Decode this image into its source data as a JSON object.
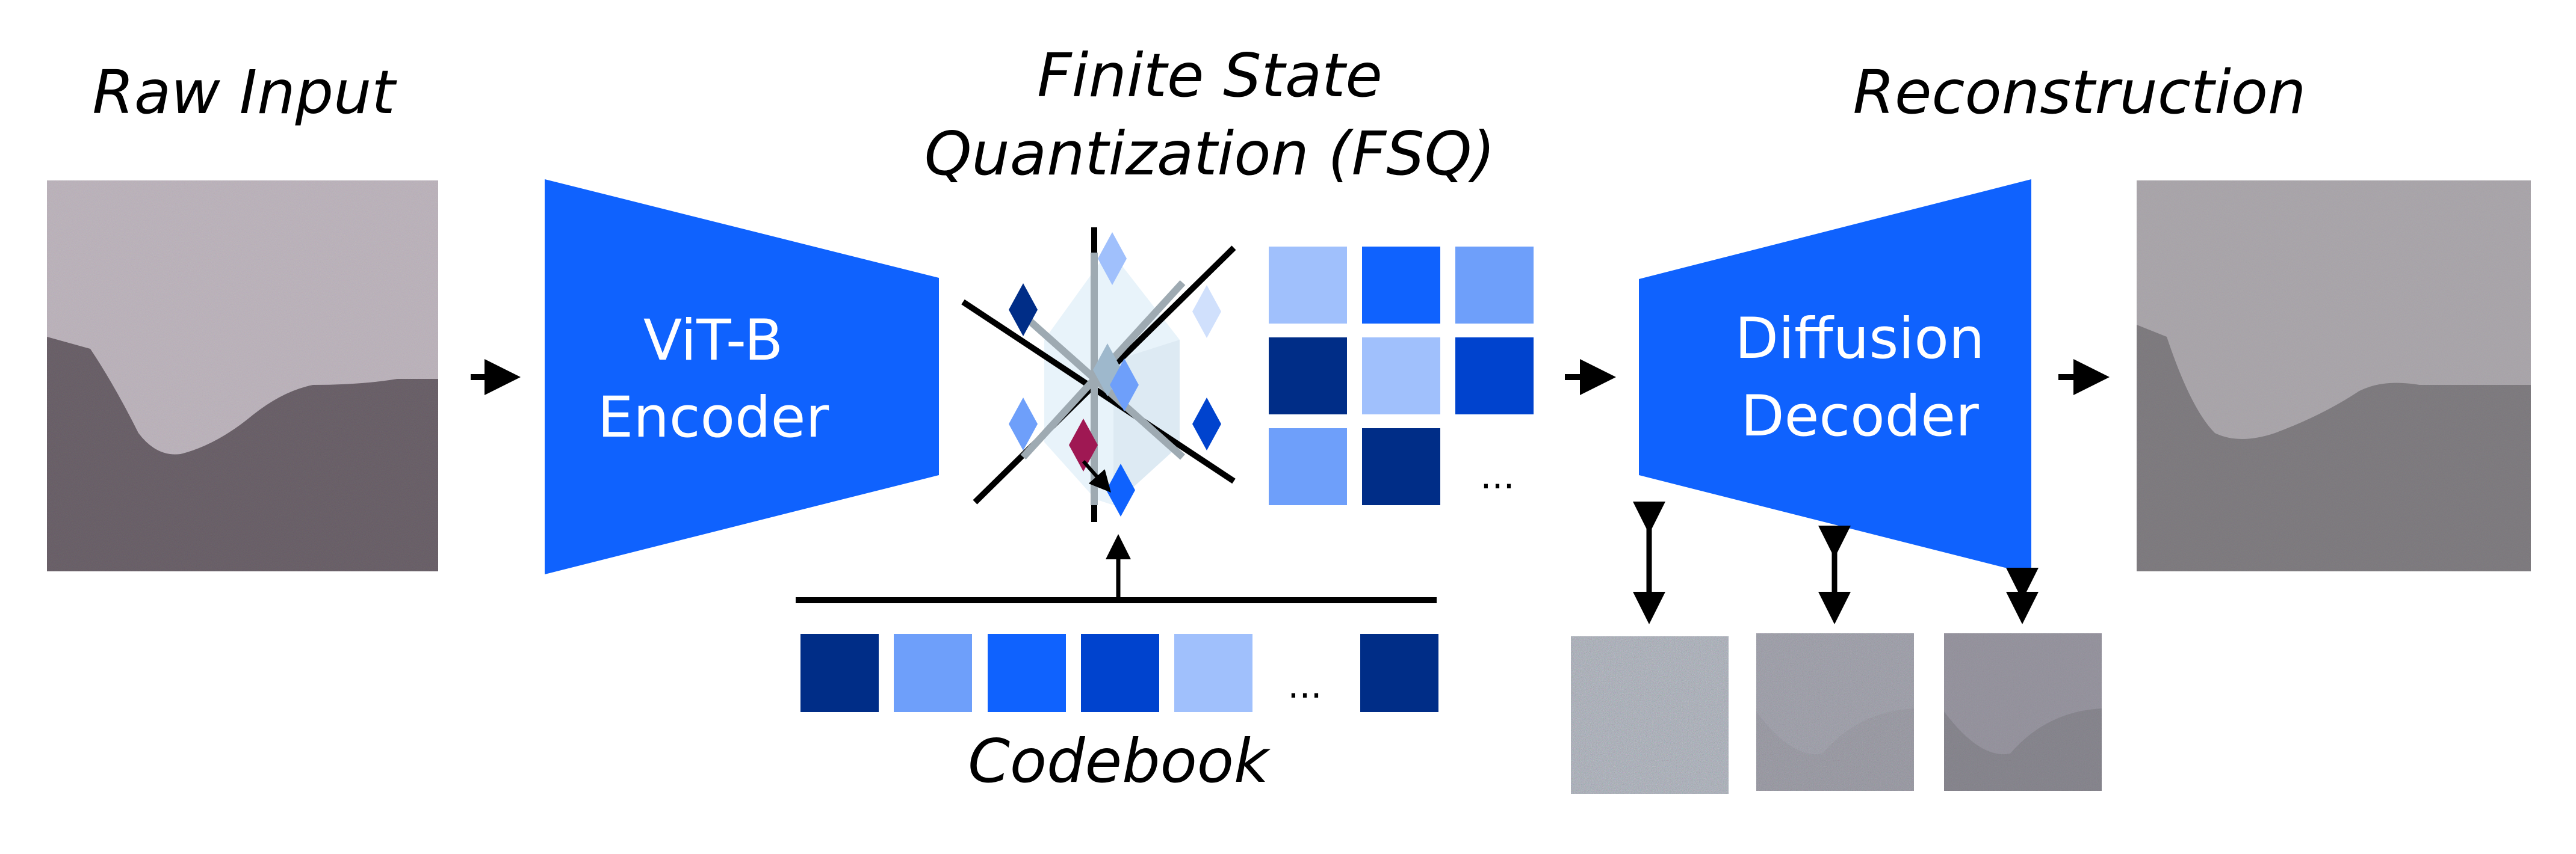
{
  "titles": {
    "raw_input": "Raw Input",
    "fsq_line1": "Finite State",
    "fsq_line2": "Quantization (FSQ)",
    "reconstruction": "Reconstruction",
    "codebook": "Codebook"
  },
  "encoder": {
    "line1": "ViT-B",
    "line2": "Encoder"
  },
  "decoder": {
    "line1": "Diffusion",
    "line2": "Decoder"
  },
  "ellipsis": "...",
  "colors": {
    "brand_blue": "#0f62fe",
    "dark_blue": "#002d87",
    "mid_blue": "#0043ce",
    "light_blue": "#6e9ffa",
    "pale_blue": "#a0c0fc",
    "quantized_point": "#9f1853",
    "hex_fill": "#e4f0f8"
  },
  "token_grid": [
    [
      "pale_blue",
      "brand_blue",
      "light_blue"
    ],
    [
      "dark_blue",
      "pale_blue",
      "mid_blue"
    ],
    [
      "light_blue",
      "dark_blue",
      "ellipsis"
    ]
  ],
  "codebook_entries": [
    "dark_blue",
    "light_blue",
    "brand_blue",
    "mid_blue",
    "pale_blue",
    "ellipsis",
    "dark_blue"
  ],
  "diffusion_steps": [
    {
      "name": "noise-step-1",
      "noise": 1.0
    },
    {
      "name": "noise-step-2",
      "noise": 0.6
    },
    {
      "name": "noise-step-3",
      "noise": 0.3
    }
  ]
}
